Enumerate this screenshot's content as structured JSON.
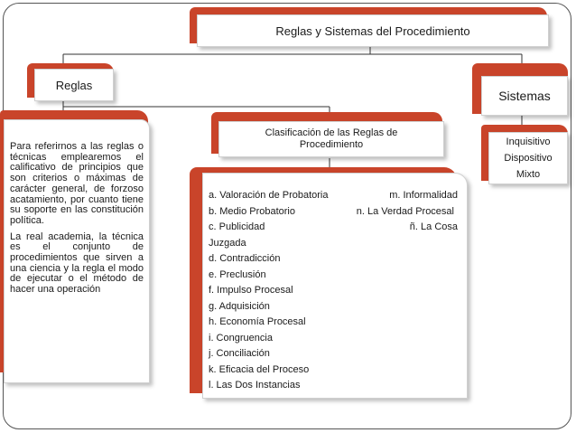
{
  "root": {
    "title": "Reglas y Sistemas del Procedimiento"
  },
  "reglas": {
    "title": "Reglas",
    "paragraphs": [
      "Para referirnos a las reglas o técnicas emplearemos el calificativo de principios que son criterios o máximas de carácter general, de forzoso acatamiento, por cuanto tiene su soporte en las constitución política.",
      "La real academia, la técnica es el conjunto de procedimientos que sirven a una ciencia y la regla el modo de ejecutar o el método de hacer una operación"
    ]
  },
  "clasificacion": {
    "title_line1": "Clasificación de las Reglas de",
    "title_line2": "Procedimiento",
    "items": [
      {
        "left": "a. Valoración de Probatoria",
        "right": "m. Informalidad"
      },
      {
        "left": "b. Medio Probatorio",
        "right": "n. La Verdad Procesal"
      },
      {
        "left": "c. Publicidad",
        "right": "ñ.    La    Cosa"
      },
      {
        "left": "Juzgada",
        "right": ""
      },
      {
        "left": "d. Contradicción",
        "right": ""
      },
      {
        "left": "e. Preclusión",
        "right": ""
      },
      {
        "left": "f. Impulso Procesal",
        "right": ""
      },
      {
        "left": "g. Adquisición",
        "right": ""
      },
      {
        "left": "h.  Economía Procesal",
        "right": ""
      },
      {
        "left": "i. Congruencia",
        "right": ""
      },
      {
        "left": "j. Conciliación",
        "right": ""
      },
      {
        "left": "k. Eficacia del Proceso",
        "right": ""
      },
      {
        "left": "l. Las Dos Instancias",
        "right": ""
      }
    ]
  },
  "sistemas": {
    "title": "Sistemas",
    "items": [
      "Inquisitivo",
      "Dispositivo",
      "Mixto"
    ]
  },
  "colors": {
    "accent": "#c9442a",
    "border": "#d0d0d0",
    "connector": "#333333"
  }
}
